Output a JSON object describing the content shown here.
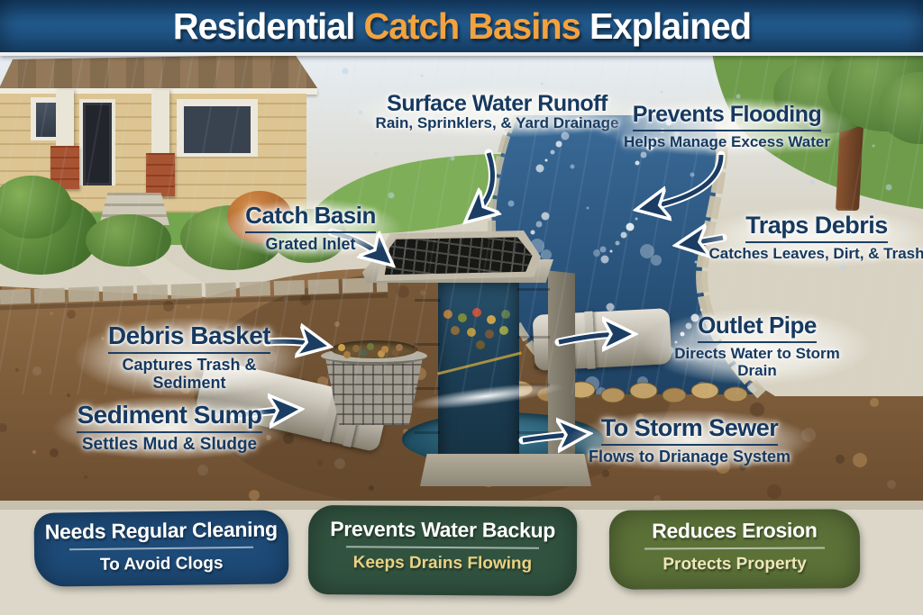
{
  "title": {
    "part1": "Residential",
    "part2": "Catch Basins",
    "part3": "Explained"
  },
  "callouts": {
    "surface_runoff": {
      "title": "Surface Water Runoff",
      "subtitle": "Rain, Sprinklers, & Yard Drainage"
    },
    "prevents_flooding": {
      "title": "Prevents Flooding",
      "subtitle": "Helps Manage Excess Water"
    },
    "catch_basin": {
      "title": "Catch Basin",
      "subtitle": "Grated Inlet"
    },
    "traps_debris": {
      "title": "Traps Debris",
      "subtitle": "Catches Leaves, Dirt, & Trash"
    },
    "debris_basket": {
      "title": "Debris Basket",
      "subtitle": "Captures Trash & Sediment"
    },
    "outlet_pipe": {
      "title": "Outlet Pipe",
      "subtitle": "Directs Water to Storm Drain"
    },
    "sediment_sump": {
      "title": "Sediment Sump",
      "subtitle": "Settles Mud & Sludge"
    },
    "to_storm_sewer": {
      "title": "To Storm Sewer",
      "subtitle": "Flows to Drianage System"
    }
  },
  "benefit_badges": [
    {
      "title": "Needs Regular Cleaning",
      "subtitle": "To Avoid Clogs"
    },
    {
      "title": "Prevents Water Backup",
      "subtitle": "Keeps Drains Flowing"
    },
    {
      "title": "Reduces Erosion",
      "subtitle": "Protects Property"
    }
  ],
  "colors": {
    "banner_bg": "#1d5286",
    "title_text": "#ffffff",
    "title_highlight": "#f2a23e",
    "callout_text": "#16395f",
    "arrow": "#1b3d63",
    "water": "#2b567f",
    "badge1_bg": "#1d4a77",
    "badge2_bg": "#31523f",
    "badge3_bg": "#5b7138",
    "badge2_subtitle": "#e9d283",
    "badge3_subtitle": "#eee7b8"
  }
}
